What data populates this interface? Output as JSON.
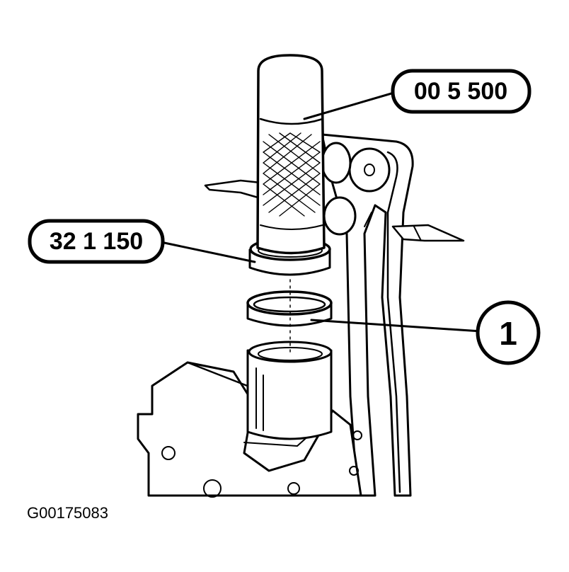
{
  "callouts": {
    "tool_top": "00 5 500",
    "tool_left": "32 1 150",
    "part_number": "1"
  },
  "figure_id": "G00175083",
  "colors": {
    "ink": "#000000",
    "paper": "#ffffff"
  }
}
